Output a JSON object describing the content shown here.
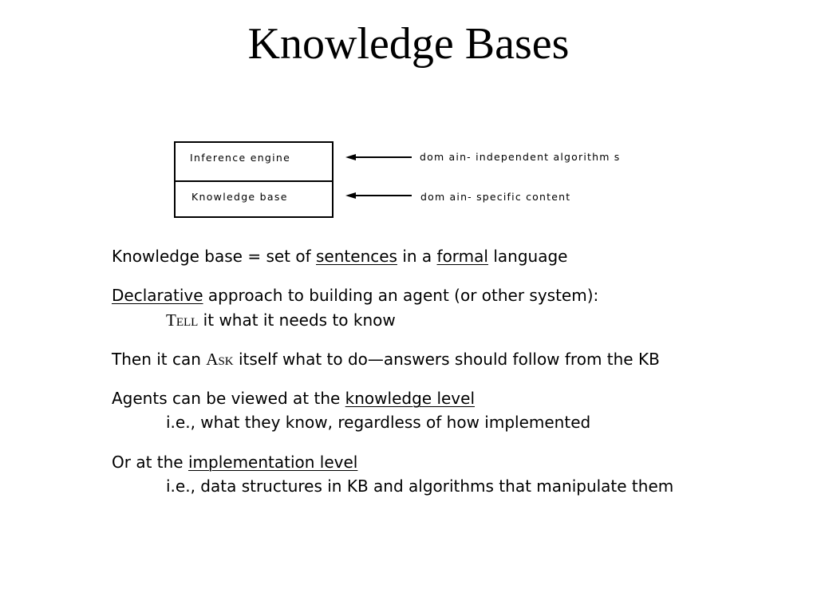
{
  "slide": {
    "title": "Knowledge Bases"
  },
  "diagram": {
    "upper_box": "Inference engine",
    "lower_box": "Knowledge base",
    "upper_arrow_label": "dom ain- independent algorithm s",
    "lower_arrow_label": "dom ain- specific content"
  },
  "body": {
    "p1": {
      "a": "Knowledge base = set of ",
      "b": "sentences",
      "c": " in a ",
      "d": "formal",
      "e": " language"
    },
    "p2": {
      "a": "Declarative",
      "b": " approach to building an agent (or other system):",
      "tell": "Tell",
      "c": " it what it needs to know"
    },
    "p3": {
      "a": "Then it can ",
      "ask": "Ask",
      "b": " itself what to do—answers should follow from the KB"
    },
    "p4": {
      "a": "Agents can be viewed at the ",
      "b": "knowledge level",
      "c": "i.e., what they know, regardless of how implemented"
    },
    "p5": {
      "a": "Or at the ",
      "b": "implementation level",
      "c": "i.e., data structures in KB and algorithms that manipulate them"
    }
  }
}
